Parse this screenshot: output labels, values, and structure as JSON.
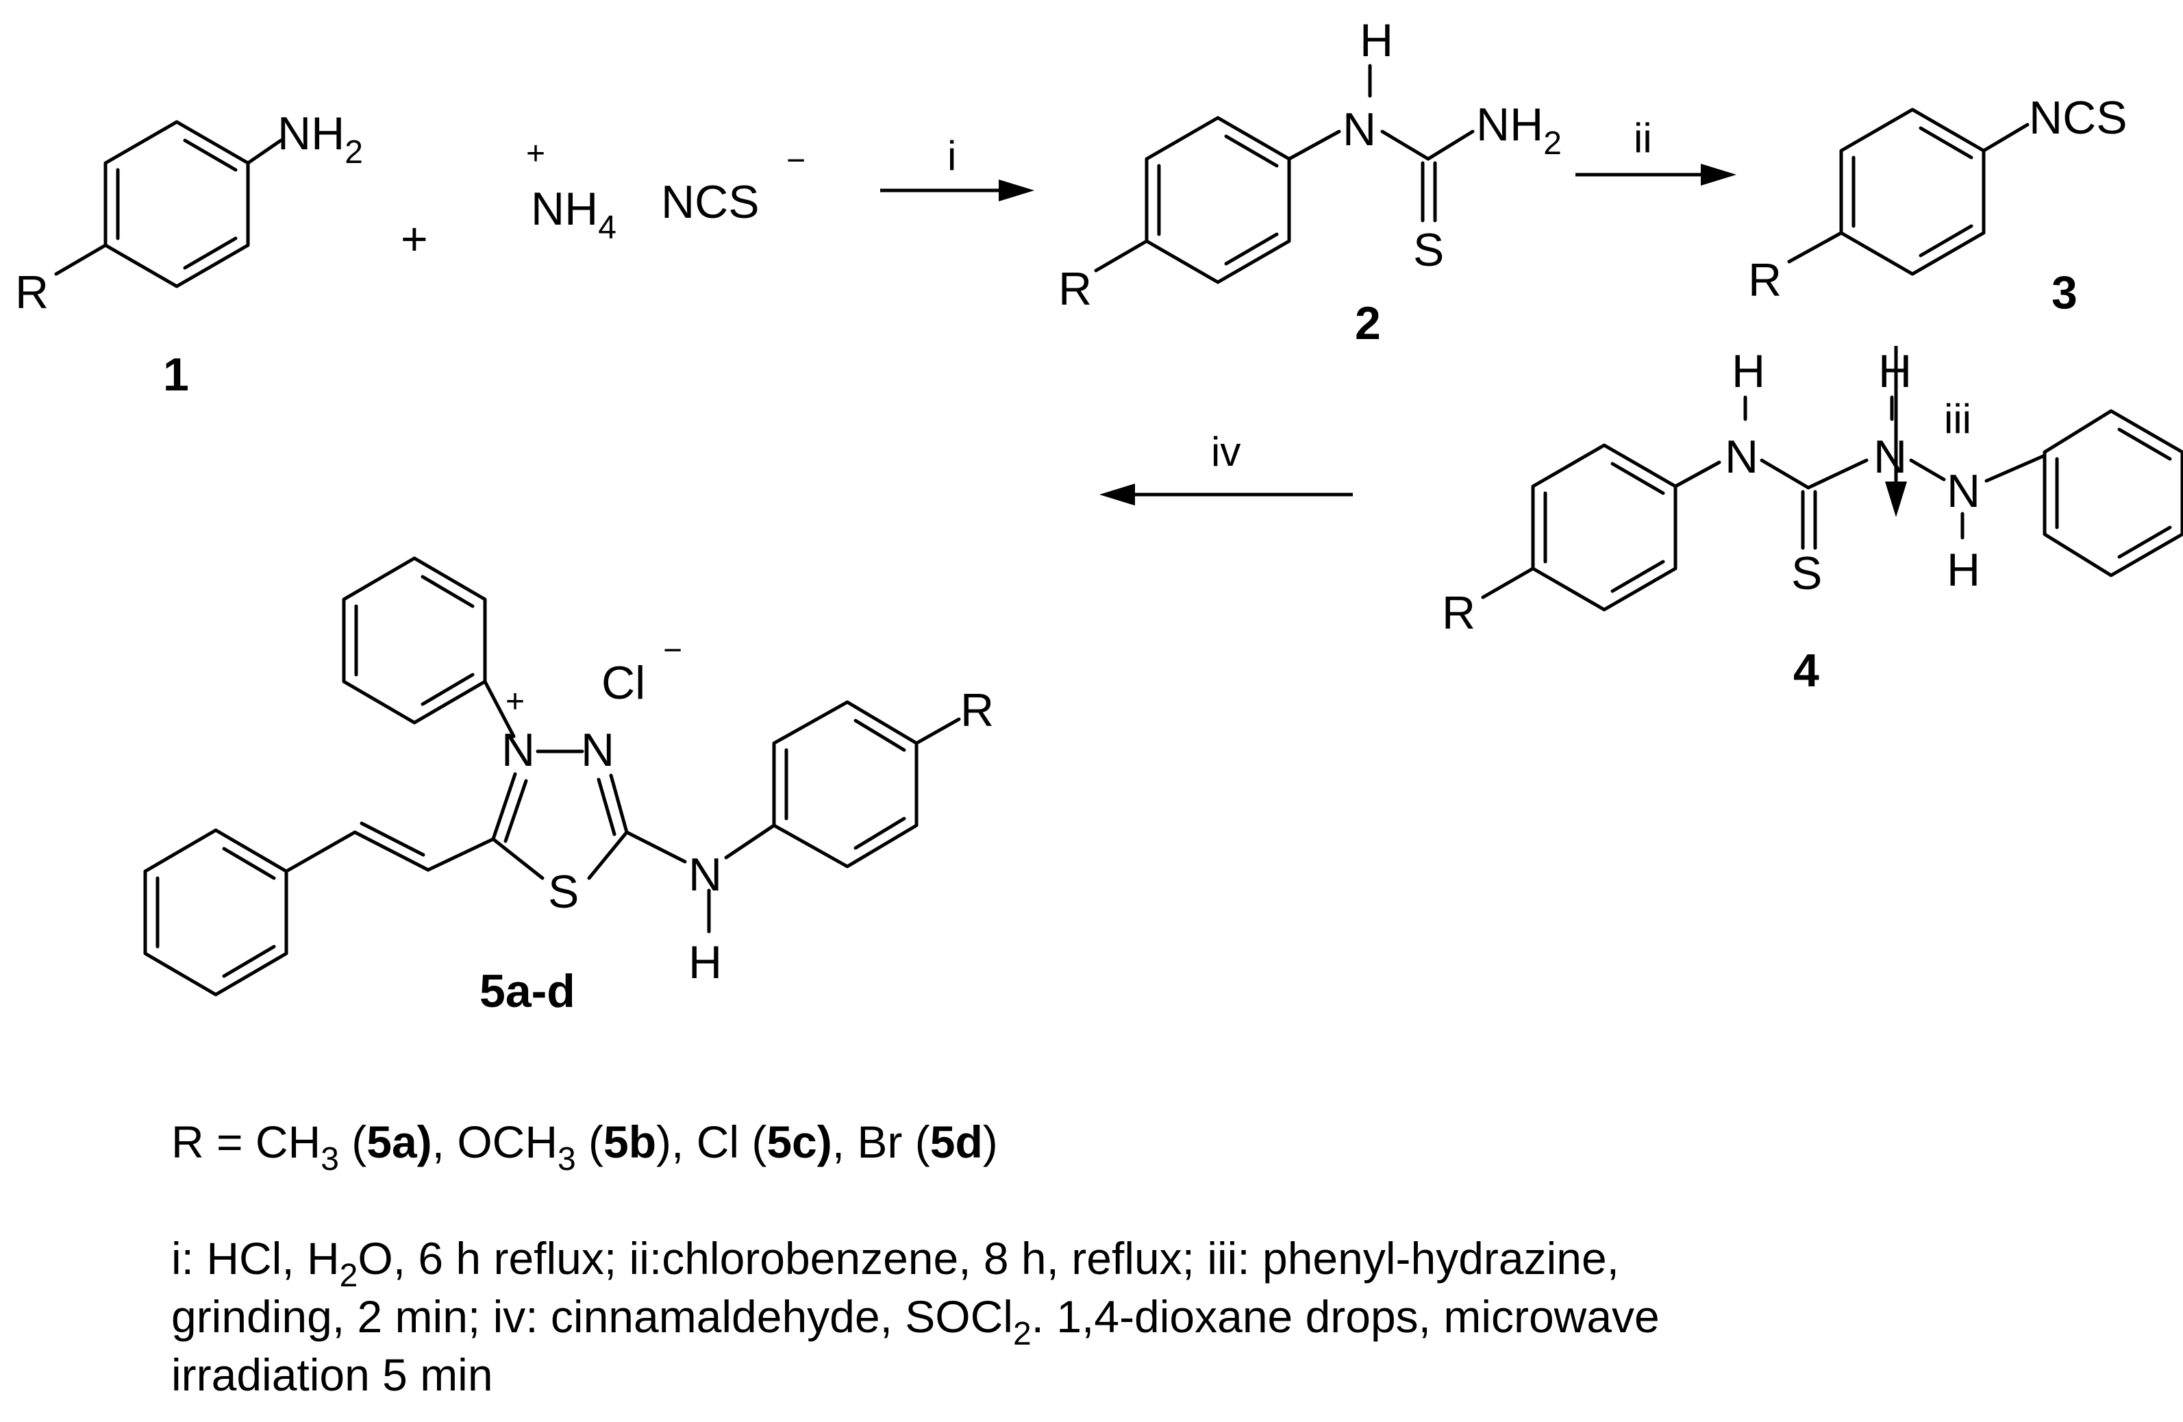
{
  "atoms": {
    "R": "R",
    "NH": "NH",
    "two": "2",
    "four": "4",
    "N": "N",
    "H": "H",
    "S": "S",
    "NCS": "NCS",
    "plus": "+",
    "minus": "−",
    "Cl": "Cl"
  },
  "compounds": {
    "c1": "1",
    "c2": "2",
    "c3": "3",
    "c4": "4",
    "c5": "5a-d"
  },
  "arrows": {
    "step1": "i",
    "step2": "ii",
    "step3": "iii",
    "step4": "iv"
  },
  "legend": {
    "r_line": {
      "p1": "R = CH",
      "p1_sub": "3",
      "p2": " (",
      "p3": "5a)",
      "p4": ", OCH",
      "p4_sub": "3",
      "p5": " (",
      "p6": "5b",
      "p7": "), Cl (",
      "p8": "5c)",
      "p9": ", Br (",
      "p10": "5d",
      "p11": ")"
    },
    "cond_line1": {
      "a": "i: HCl, H",
      "a_sub": "2",
      "b": "O, 6 h reflux; ii:chlorobenzene, 8 h, reflux; iii: phenyl-hydrazine,"
    },
    "cond_line2": {
      "a": "grinding, 2 min; iv: cinnamaldehyde, SOCl",
      "a_sub": "2",
      "b": ". 1,4-dioxane drops, microwave"
    },
    "cond_line3": "irradiation 5 min"
  }
}
